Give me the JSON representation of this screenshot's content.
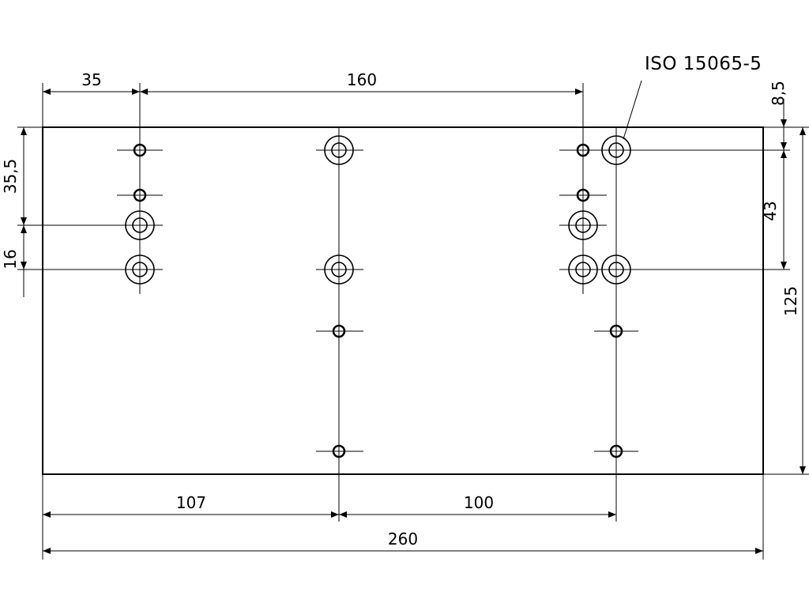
{
  "annotation": "ISO 15065-5",
  "dimensions": {
    "top_left": "35",
    "top_middle": "160",
    "bottom_left": "107",
    "bottom_right": "100",
    "overall_width": "260",
    "left_upper": "35,5",
    "left_lower": "16",
    "right_top": "8,5",
    "right_middle": "43",
    "right_overall": "125"
  }
}
